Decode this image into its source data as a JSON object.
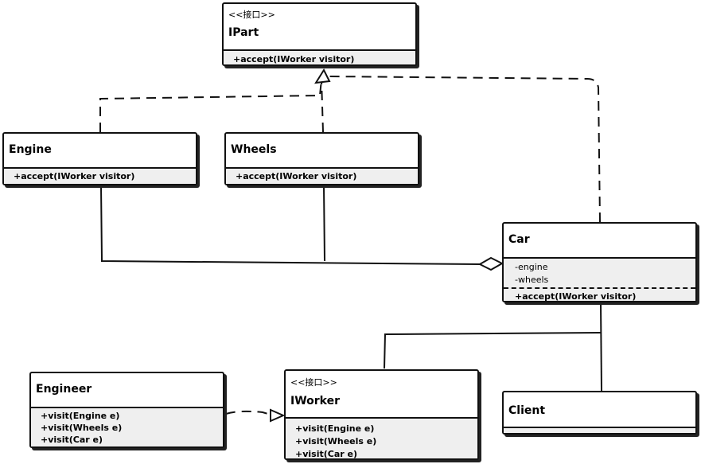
{
  "classes": {
    "ipart": {
      "stereotype": "<<接口>>",
      "name": "IPart",
      "methods": [
        "+accept(IWorker visitor)"
      ]
    },
    "engine": {
      "name": "Engine",
      "methods": [
        "+accept(IWorker visitor)"
      ]
    },
    "wheels": {
      "name": "Wheels",
      "methods": [
        "+accept(IWorker visitor)"
      ]
    },
    "car": {
      "name": "Car",
      "attributes": [
        "-engine",
        "-wheels"
      ],
      "methods": [
        "+accept(IWorker visitor)"
      ]
    },
    "engineer": {
      "name": "Engineer",
      "methods": [
        "+visit(Engine e)",
        "+visit(Wheels e)",
        "+visit(Car e)"
      ]
    },
    "iworker": {
      "stereotype": "<<接口>>",
      "name": "IWorker",
      "methods": [
        "+visit(Engine e)",
        "+visit(Wheels e)",
        "+visit(Car e)"
      ]
    },
    "client": {
      "name": "Client"
    }
  },
  "relations": [
    {
      "type": "realization",
      "from": "Engine",
      "to": "IPart"
    },
    {
      "type": "realization",
      "from": "Wheels",
      "to": "IPart"
    },
    {
      "type": "realization",
      "from": "Car",
      "to": "IPart"
    },
    {
      "type": "aggregation",
      "from": "Engine",
      "to": "Car"
    },
    {
      "type": "aggregation",
      "from": "Wheels",
      "to": "Car"
    },
    {
      "type": "association",
      "from": "Car",
      "to": "Client"
    },
    {
      "type": "association",
      "from": "Car",
      "to": "IWorker"
    },
    {
      "type": "dependency",
      "from": "Engineer",
      "to": "IWorker"
    }
  ]
}
